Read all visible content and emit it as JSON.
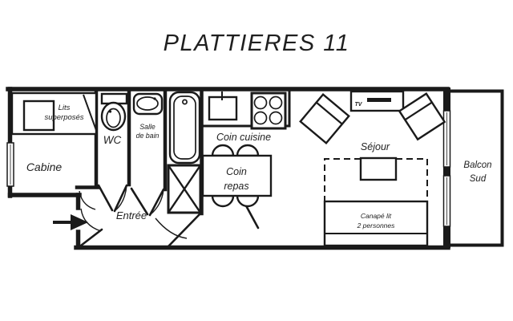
{
  "title": "PLATTIERES 11",
  "colors": {
    "line": "#1a1a1a",
    "background": "#ffffff",
    "text": "#222222"
  },
  "rooms": {
    "bunks": {
      "line1": "Lits",
      "line2": "superposés"
    },
    "wc": {
      "label": "WC"
    },
    "bathroom": {
      "line1": "Salle",
      "line2": "de bain"
    },
    "kitchen": {
      "label": "Coin cuisine"
    },
    "cabin": {
      "label": "Cabine"
    },
    "entrance": {
      "label": "Entrée"
    },
    "dining": {
      "line1": "Coin",
      "line2": "repas"
    },
    "living": {
      "label": "Séjour"
    },
    "balcony": {
      "line1": "Balcon",
      "line2": "Sud"
    },
    "sofa_bed": {
      "line1": "Canapé lit",
      "line2": "2 personnes"
    },
    "tv": {
      "label": "TV"
    }
  },
  "furniture_icons": [
    "bunk-bed",
    "toilet",
    "washbasin",
    "bathtub",
    "kitchen-sink",
    "stove",
    "wardrobe",
    "dining-table",
    "dining-chairs",
    "armchair",
    "tv-set",
    "coffee-table",
    "sofa-bed",
    "entrance-arrow",
    "window"
  ]
}
